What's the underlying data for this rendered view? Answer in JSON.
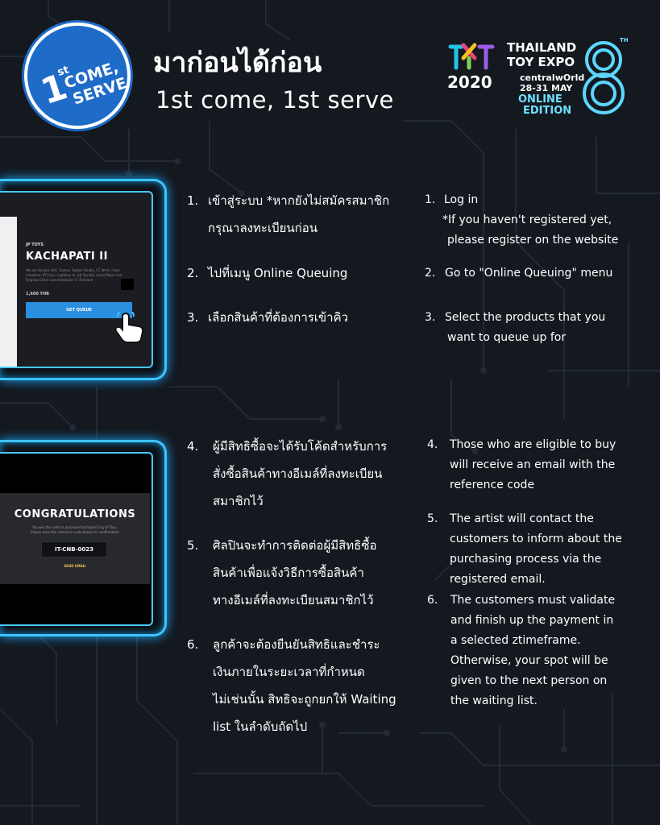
{
  "badge": {
    "one": "1",
    "st": "st",
    "come": "COME,",
    "serve": "SERVE"
  },
  "header": {
    "title_th": "มาก่อนได้ก่อน",
    "title_en": "1st come, 1st serve"
  },
  "logo": {
    "thailand": "THAILAND",
    "toy_expo": "TOY EXPO",
    "year": "2020",
    "venue": "centralwOrld",
    "dates": "28-31 MAY",
    "online": "ONLINE",
    "edition": "EDITION",
    "th": "TH"
  },
  "screen1": {
    "brand": "JP TOYS",
    "product": "KACHAPATI II",
    "description": "We are thrown (all), Cosmo, Toybox Studio, FC Work, Fools (smalline, KTI toys, Lightbox tv, JHJ Studio), toxic/Obsck and Original C/tect and distributer in Thailand",
    "price": "1,600 THB",
    "button": "GET QUEUE"
  },
  "screen2": {
    "title": "CONGRATULATIONS",
    "line1": "You win the code to purchase Kachapati II by JP Toys.",
    "line2": "Please save this reference code below for confirmation",
    "code": "IT-CNB-0023",
    "send": "SEND EMAIL"
  },
  "steps_th": [
    {
      "num": "1.",
      "text": "เข้าสู่ระบบ *หากยังไม่สมัครสมาชิก",
      "text2": "กรุณาลงทะเบียนก่อน"
    },
    {
      "num": "2.",
      "text": "ไปที่เมนู Online Queuing"
    },
    {
      "num": "3.",
      "text": "เลือกสินค้าที่ต้องการเข้าคิว"
    },
    {
      "num": "4.",
      "lines": [
        "ผู้มีสิทธิซื้อจะได้รับโค้ดสำหรับการ",
        "สั่งซื้อสินค้าทางอีเมล์ที่ลงทะเบียน",
        "สมาชิกไว้"
      ]
    },
    {
      "num": "5.",
      "lines": [
        "ศิลปินจะทำการติดต่อผู้มีสิทธิซื้อ",
        "สินค้าเพื่อแจ้งวิธีการซื้อสินค้า",
        "ทางอีเมล์ที่ลงทะเบียนสมาชิกไว้"
      ]
    },
    {
      "num": "6.",
      "lines": [
        "ลูกค้าจะต้องยืนยันสิทธิและชำระ",
        "เงินภายในระยะเวลาที่กำหนด",
        "ไม่เช่นนั้น สิทธิจะถูกยกให้ Waiting",
        "list ในลำดับถัดไป"
      ]
    }
  ],
  "steps_en": [
    {
      "num": "1.",
      "lines": [
        "Log in",
        "*If you haven't registered yet,",
        "please register on the website"
      ]
    },
    {
      "num": "2.",
      "lines": [
        "Go to \"Online Queuing\" menu"
      ]
    },
    {
      "num": "3.",
      "lines": [
        "Select the products that you",
        "want to queue up for"
      ]
    },
    {
      "num": "4.",
      "lines": [
        "Those who are eligible to buy",
        "will receive an email with the",
        "reference code"
      ]
    },
    {
      "num": "5.",
      "lines": [
        "The artist will contact the",
        "customers to inform about the",
        "purchasing process via the",
        "registered email."
      ]
    },
    {
      "num": "6.",
      "lines": [
        "The customers must validate",
        "and finish up the payment in",
        "a selected ztimeframe.",
        "Otherwise, your spot will be",
        "given to the next person on",
        "the waiting list."
      ]
    }
  ],
  "colors": {
    "background": "#14181f",
    "badge_blue": "#1e6cc8",
    "glow": "#3cc4ff",
    "button_blue": "#2b8fe0"
  }
}
